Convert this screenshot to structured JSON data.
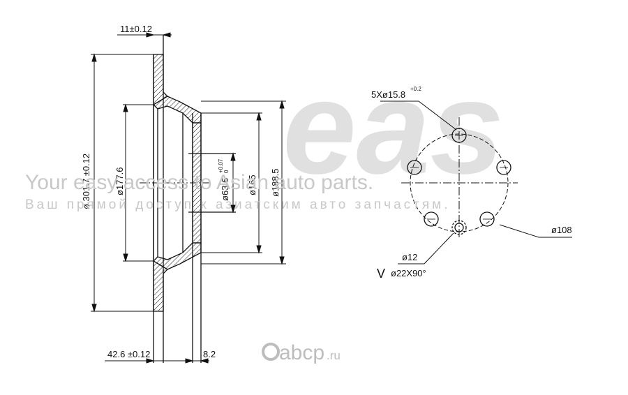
{
  "watermark": {
    "brand": "eas",
    "tagline_en": "Your easy access to Asian auto parts.",
    "tagline_ru": "Ваш прямой доступ к азиатским авто запчастям."
  },
  "footer": {
    "logo_text": "abcp",
    "domain": ".ru"
  },
  "dimensions": {
    "thickness": "11±0.12",
    "outer_diameter": "ø 301.7 ±0.12",
    "diameter_177": "ø177.6",
    "center_bore": "ø63.6",
    "center_bore_tol_upper": "+0.07",
    "center_bore_tol_lower": "0",
    "diameter_165": "ø165",
    "diameter_188": "ø188.5",
    "height": "42.6 ±0.12",
    "offset": "8.2"
  },
  "bolt_pattern": {
    "holes_label": "5Xø15.8",
    "holes_tol": "+0.2",
    "pcd_label": "ø108",
    "pin_label": "ø12",
    "countersink_label": "ø22X90°",
    "countersink_symbol": "V"
  }
}
